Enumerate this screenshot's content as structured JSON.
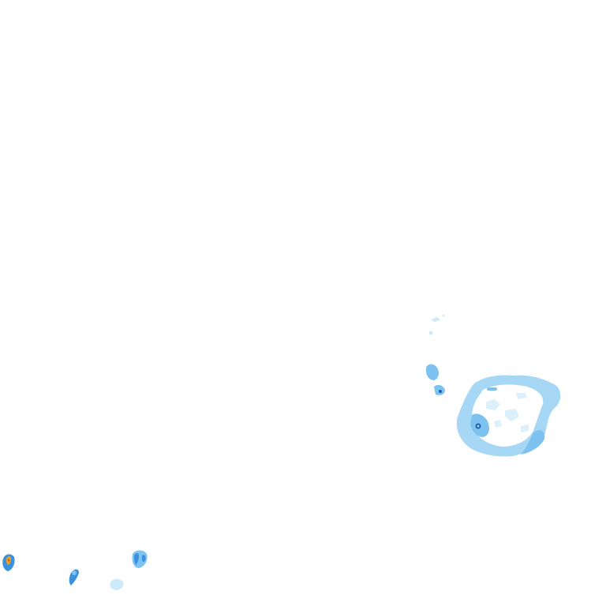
{
  "map": {
    "layer": "precipitation-radar-overlay",
    "background_color": "#ffffff",
    "intensity_colors": {
      "very_light": "#cdeafb",
      "light": "#a6d8f6",
      "moderate": "#7ec3ef",
      "heavy": "#3a92df",
      "very_heavy": "#1f5fb0",
      "intense": "#f0a020",
      "extreme": "#e06010"
    },
    "echo_regions": [
      "east-ring-cell",
      "east-small-cells",
      "southwest-cells"
    ]
  }
}
